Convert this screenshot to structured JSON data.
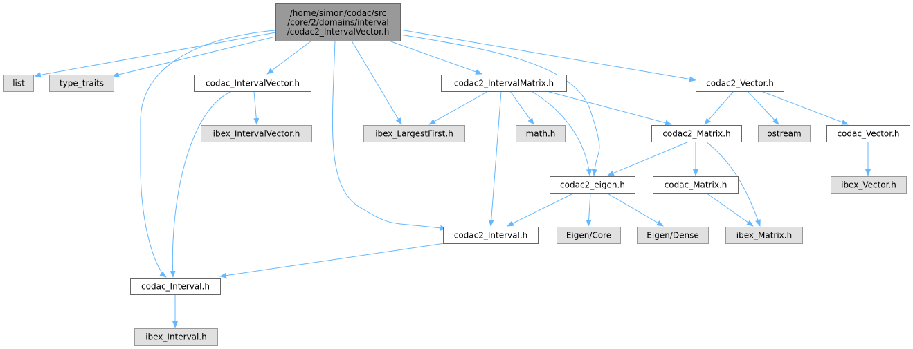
{
  "colors": {
    "edge": "#63b8ff",
    "root_fill": "#999999",
    "root_stroke": "#666666",
    "internal_fill": "#ffffff",
    "internal_stroke": "#666666",
    "external_fill": "#e0e0e0",
    "external_stroke": "#999999",
    "text": "#000000"
  },
  "graph": {
    "nodes": [
      {
        "id": "root",
        "kind": "root",
        "lines": [
          "/home/simon/codac/src",
          "/core/2/domains/interval",
          "/codac2_IntervalVector.h"
        ]
      },
      {
        "id": "list",
        "kind": "external",
        "lines": [
          "list"
        ]
      },
      {
        "id": "type_traits",
        "kind": "external",
        "lines": [
          "type_traits"
        ]
      },
      {
        "id": "codac_IntervalVector_h",
        "kind": "internal",
        "lines": [
          "codac_IntervalVector.h"
        ]
      },
      {
        "id": "codac2_IntervalMatrix_h",
        "kind": "internal",
        "lines": [
          "codac2_IntervalMatrix.h"
        ]
      },
      {
        "id": "codac2_Vector_h",
        "kind": "internal",
        "lines": [
          "codac2_Vector.h"
        ]
      },
      {
        "id": "ibex_IntervalVector_h",
        "kind": "external",
        "lines": [
          "ibex_IntervalVector.h"
        ]
      },
      {
        "id": "ibex_LargestFirst_h",
        "kind": "external",
        "lines": [
          "ibex_LargestFirst.h"
        ]
      },
      {
        "id": "math_h",
        "kind": "external",
        "lines": [
          "math.h"
        ]
      },
      {
        "id": "codac2_Matrix_h",
        "kind": "internal",
        "lines": [
          "codac2_Matrix.h"
        ]
      },
      {
        "id": "ostream",
        "kind": "external",
        "lines": [
          "ostream"
        ]
      },
      {
        "id": "codac_Vector_h",
        "kind": "internal",
        "lines": [
          "codac_Vector.h"
        ]
      },
      {
        "id": "codac2_eigen_h",
        "kind": "internal",
        "lines": [
          "codac2_eigen.h"
        ]
      },
      {
        "id": "codac_Matrix_h",
        "kind": "internal",
        "lines": [
          "codac_Matrix.h"
        ]
      },
      {
        "id": "ibex_Vector_h",
        "kind": "external",
        "lines": [
          "ibex_Vector.h"
        ]
      },
      {
        "id": "codac2_Interval_h",
        "kind": "internal",
        "lines": [
          "codac2_Interval.h"
        ]
      },
      {
        "id": "Eigen_Core",
        "kind": "external",
        "lines": [
          "Eigen/Core"
        ]
      },
      {
        "id": "Eigen_Dense",
        "kind": "external",
        "lines": [
          "Eigen/Dense"
        ]
      },
      {
        "id": "ibex_Matrix_h",
        "kind": "external",
        "lines": [
          "ibex_Matrix.h"
        ]
      },
      {
        "id": "codac_Interval_h",
        "kind": "internal",
        "lines": [
          "codac_Interval.h"
        ]
      },
      {
        "id": "ibex_Interval_h",
        "kind": "external",
        "lines": [
          "ibex_Interval.h"
        ]
      }
    ],
    "edges": [
      {
        "from": "root",
        "to": "list"
      },
      {
        "from": "root",
        "to": "type_traits"
      },
      {
        "from": "root",
        "to": "codac_IntervalVector_h"
      },
      {
        "from": "root",
        "to": "codac_Interval_h"
      },
      {
        "from": "root",
        "to": "codac2_Interval_h"
      },
      {
        "from": "root",
        "to": "ibex_LargestFirst_h"
      },
      {
        "from": "root",
        "to": "codac2_IntervalMatrix_h"
      },
      {
        "from": "root",
        "to": "codac2_eigen_h"
      },
      {
        "from": "root",
        "to": "codac2_Vector_h"
      },
      {
        "from": "codac_IntervalVector_h",
        "to": "ibex_IntervalVector_h"
      },
      {
        "from": "codac_IntervalVector_h",
        "to": "codac_Interval_h"
      },
      {
        "from": "codac2_IntervalMatrix_h",
        "to": "ibex_LargestFirst_h"
      },
      {
        "from": "codac2_IntervalMatrix_h",
        "to": "math_h"
      },
      {
        "from": "codac2_IntervalMatrix_h",
        "to": "codac2_eigen_h"
      },
      {
        "from": "codac2_IntervalMatrix_h",
        "to": "codac2_Interval_h"
      },
      {
        "from": "codac2_IntervalMatrix_h",
        "to": "codac2_Matrix_h"
      },
      {
        "from": "codac2_Vector_h",
        "to": "codac2_Matrix_h"
      },
      {
        "from": "codac2_Vector_h",
        "to": "ostream"
      },
      {
        "from": "codac2_Vector_h",
        "to": "codac_Vector_h"
      },
      {
        "from": "codac2_Matrix_h",
        "to": "codac2_eigen_h"
      },
      {
        "from": "codac2_Matrix_h",
        "to": "codac_Matrix_h"
      },
      {
        "from": "codac2_Matrix_h",
        "to": "ibex_Matrix_h"
      },
      {
        "from": "codac_Vector_h",
        "to": "ibex_Vector_h"
      },
      {
        "from": "codac2_eigen_h",
        "to": "codac2_Interval_h"
      },
      {
        "from": "codac2_eigen_h",
        "to": "Eigen_Core"
      },
      {
        "from": "codac2_eigen_h",
        "to": "Eigen_Dense"
      },
      {
        "from": "codac_Matrix_h",
        "to": "ibex_Matrix_h"
      },
      {
        "from": "codac2_Interval_h",
        "to": "codac_Interval_h"
      },
      {
        "from": "codac_Interval_h",
        "to": "ibex_Interval_h"
      }
    ]
  }
}
